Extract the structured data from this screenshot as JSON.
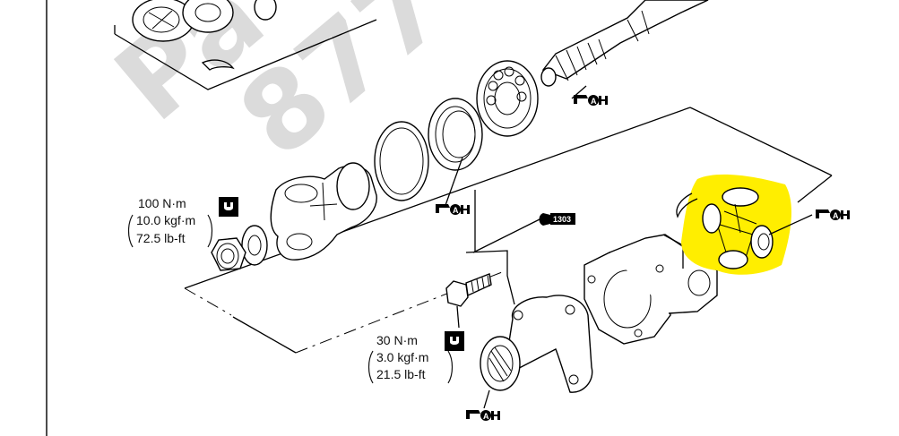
{
  "watermark": {
    "line1": "Pa",
    "line2": "877-"
  },
  "torque_specs": {
    "nut": {
      "main": "100 N·m",
      "alt1": "10.0 kgf·m",
      "alt2": "72.5 lb-ft"
    },
    "bolt": {
      "main": "30 N·m",
      "alt1": "3.0 kgf·m",
      "alt2": "21.5 lb-ft"
    }
  },
  "labels": {
    "sealant_code": "1303",
    "grease_symbol": "A"
  },
  "colors": {
    "highlight": "#ffee00",
    "line": "#000000",
    "watermark": "#d0d0d0"
  },
  "icons": {
    "torque": "torque-wrench-icon",
    "grease": "apply-grease-icon",
    "sealant": "sealant-tube-icon"
  }
}
